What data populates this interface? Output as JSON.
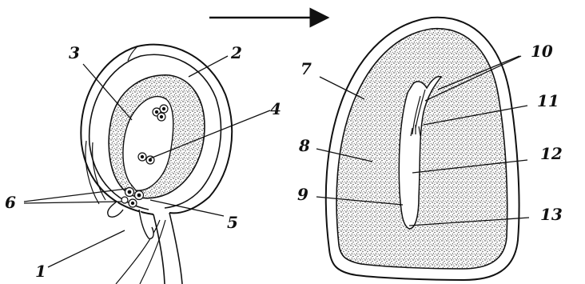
{
  "colors": {
    "ink": "#111111",
    "paper": "#ffffff",
    "stipple": "#222222"
  },
  "labels": {
    "l1": "1",
    "l2": "2",
    "l3": "3",
    "l4": "4",
    "l5": "5",
    "l6": "6",
    "l7": "7",
    "l8": "8",
    "l9": "9",
    "l10": "10",
    "l11": "11",
    "l12": "12",
    "l13": "13"
  }
}
